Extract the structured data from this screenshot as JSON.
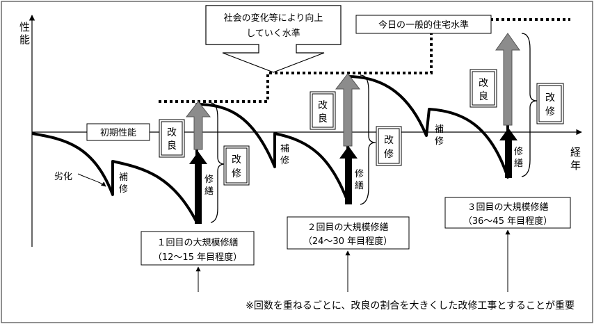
{
  "axes": {
    "y_label": "性能",
    "x_label": "経年"
  },
  "labels": {
    "initial_performance": "初期性能",
    "degradation": "劣化",
    "repair": "補修",
    "major_repair": "修繕",
    "improvement": "改良",
    "renovation": "改修"
  },
  "callouts": {
    "society_change_line1": "社会の変化等により向上",
    "society_change_line2": "していく水準",
    "todays_standard": "今日の一般的住宅水準"
  },
  "milestones": [
    {
      "title": "１回目の大規模修繕",
      "period": "（12～15 年目程度）"
    },
    {
      "title": "２回目の大規模修繕",
      "period": "（24～30 年目程度）"
    },
    {
      "title": "３回目の大規模修繕",
      "period": "（36～45 年目程度）"
    }
  ],
  "footnote": "※回数を重ねるごとに、改良の割合を大きくした改修工事とすることが重要",
  "colors": {
    "line": "#000000",
    "improvement_arrow": "#8c8c8c",
    "frame": "#6b6b6b"
  }
}
